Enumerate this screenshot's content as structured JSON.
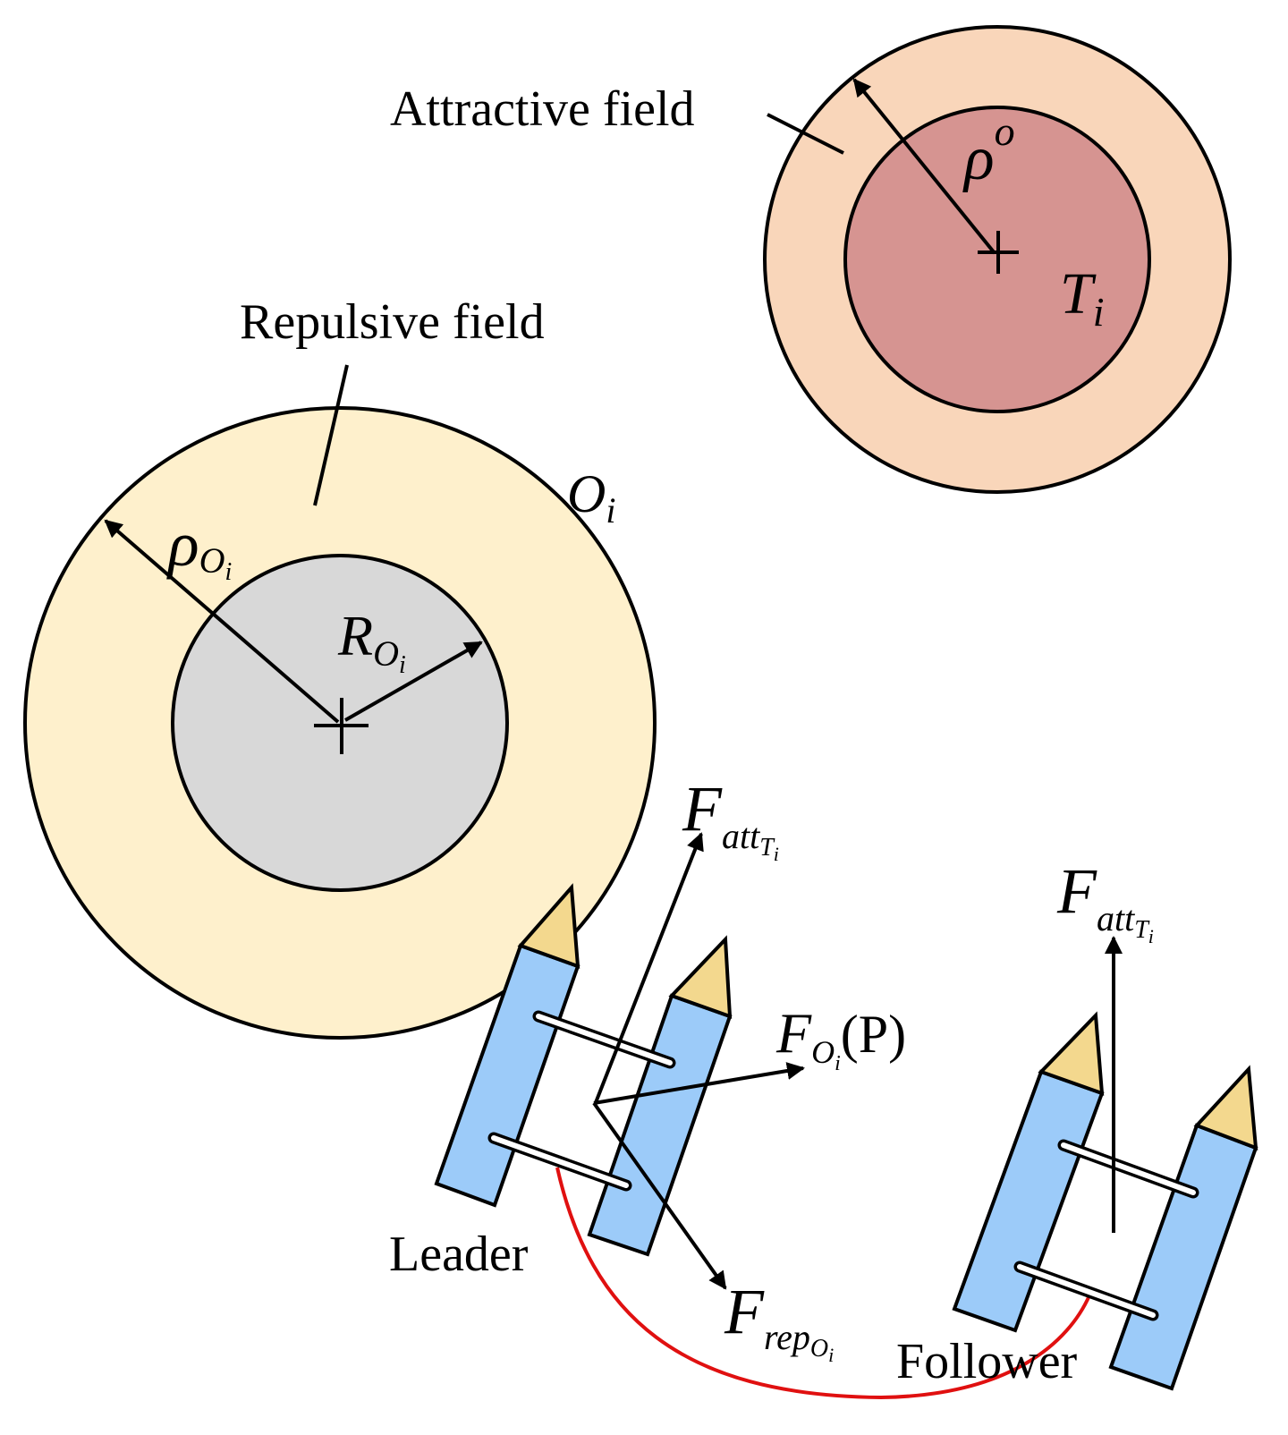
{
  "labels": {
    "attractive_field": "Attractive field",
    "repulsive_field": "Repulsive field",
    "leader": "Leader",
    "follower": "Follower"
  },
  "symbols": {
    "rho_o_base": "ρ",
    "rho_o_sup": "o",
    "target_base": "T",
    "target_sub": "i",
    "obstacle_base": "O",
    "obstacle_sub": "i",
    "rho_O_base": "ρ",
    "rho_O_sub": "O",
    "rho_O_subsub": "i",
    "R_O_base": "R",
    "R_O_sub": "O",
    "R_O_subsub": "i",
    "F_att_base": "F",
    "F_att_sub": "att",
    "F_att_subsub": "T",
    "F_att_subsubsub": "i",
    "F_O_base": "F",
    "F_O_sub": "O",
    "F_O_subsub": "i",
    "F_O_arg": "(P)",
    "F_rep_base": "F",
    "F_rep_sub": "rep",
    "F_rep_subsub": "O",
    "F_rep_subsubsub": "i"
  },
  "colors": {
    "attractive_outer": "#F9D6BA",
    "attractive_inner": "#D69491",
    "repulsive_outer": "#FEF0CC",
    "obstacle_inner": "#D8D8D8",
    "vehicle_body": "#9CCBF9",
    "vehicle_tip": "#F3D88E",
    "link_curve": "#E01010"
  }
}
